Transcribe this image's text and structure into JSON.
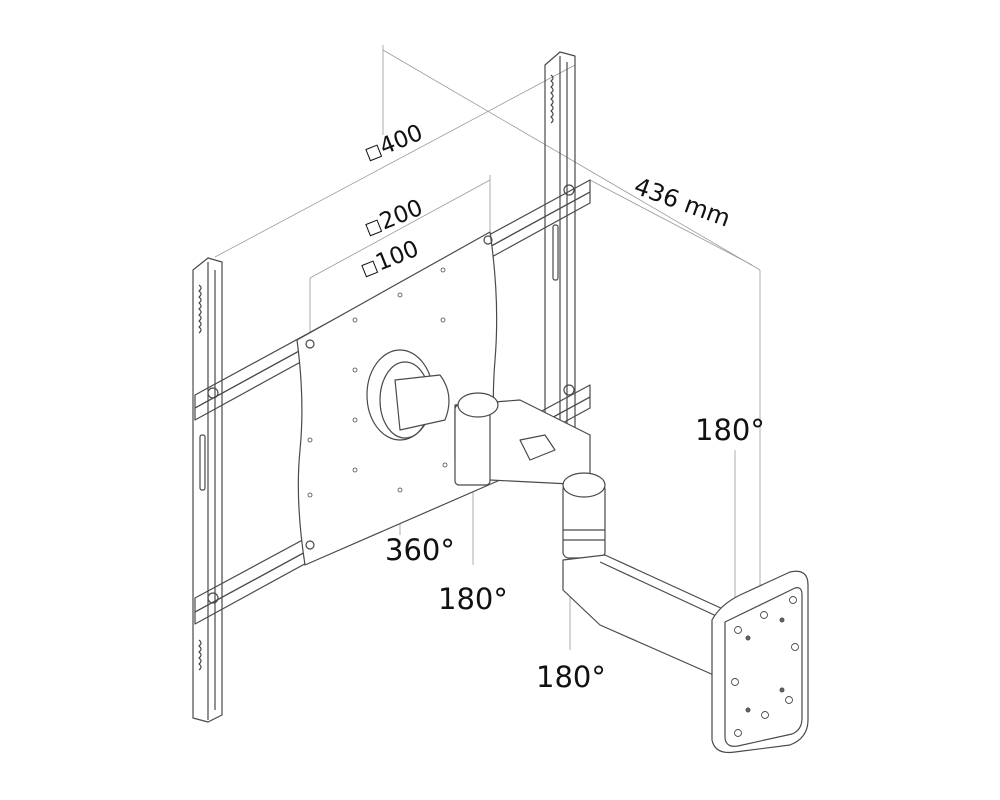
{
  "diagram": {
    "subject": "Full-motion TV wall mount with double articulating arm",
    "vesa_labels": [
      {
        "symbol": "square",
        "value": "400"
      },
      {
        "symbol": "square",
        "value": "200"
      },
      {
        "symbol": "square",
        "value": "100"
      }
    ],
    "distance_label": "436 mm",
    "rotation_labels": {
      "tilt_swivel": "360°",
      "joint_1": "180°",
      "joint_2": "180°",
      "wall_plate": "180°"
    },
    "line_color": "#4a4a4a",
    "background": "#ffffff"
  }
}
